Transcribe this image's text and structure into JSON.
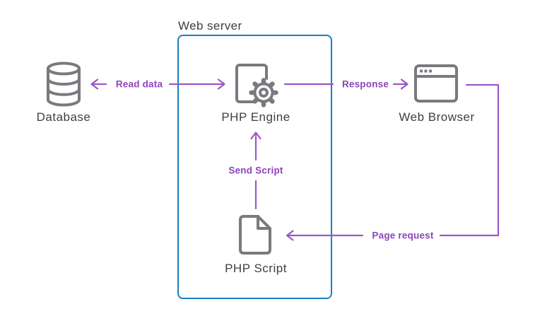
{
  "diagram": {
    "box_label": "Web server",
    "nodes": {
      "database": {
        "label": "Database"
      },
      "php_engine": {
        "label": "PHP Engine"
      },
      "web_browser": {
        "label": "Web Browser"
      },
      "php_script": {
        "label": "PHP Script"
      }
    },
    "arrows": {
      "read_data": {
        "label": "Read data",
        "from": "PHP Engine",
        "to": "Database",
        "direction": "left-and-right"
      },
      "response": {
        "label": "Response",
        "from": "PHP Engine",
        "to": "Web Browser",
        "direction": "right"
      },
      "send_script": {
        "label": "Send Script",
        "from": "PHP Script",
        "to": "PHP Engine",
        "direction": "up"
      },
      "page_request": {
        "label": "Page request",
        "from": "Web Browser",
        "to": "PHP Script",
        "direction": "left"
      }
    },
    "colors": {
      "accent_purple": "#9c57c5",
      "label_purple": "#8e44ba",
      "box_blue": "#1780c4",
      "icon_gray": "#7a7a7e",
      "text_dark": "#3c3f45",
      "background": "#ffffff"
    }
  }
}
